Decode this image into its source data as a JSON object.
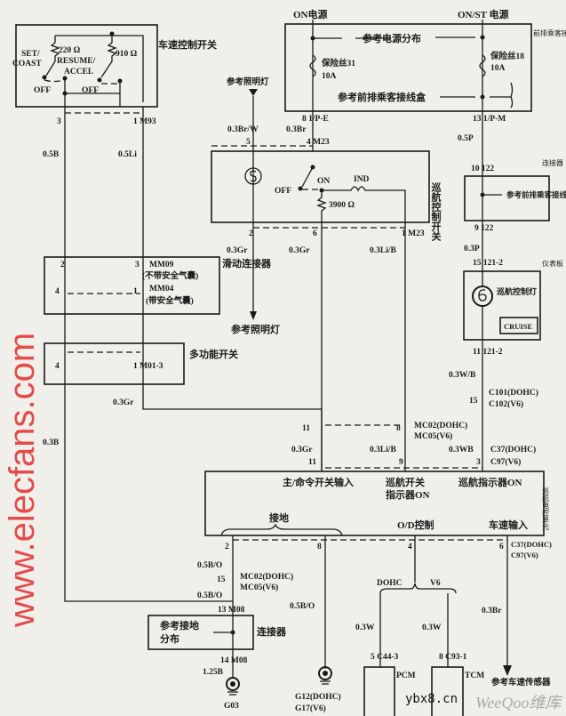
{
  "title_labels": {
    "speed_control_switch": "车速控制开关",
    "on_power": "ON电源",
    "on_st_power": "ON/ST 电源",
    "front_passenger_junction_box": "前排乘客接线盒",
    "connector_right": "连接器",
    "instrument_panel": "仪表板",
    "cruise_ecu": "巡航电控单元",
    "cruise_control_switch": "巡航控制开关",
    "slip_connector": "滑动连接器",
    "multifunction_switch": "多功能开关",
    "connector_bottom": "连接器"
  },
  "switch": {
    "set_coast": "SET/\nCOAST",
    "set": "SET/",
    "coast": "COAST",
    "r220": "220 Ω",
    "resume": "RESUME/",
    "accel": "ACCEL",
    "r910": "910 Ω",
    "off1": "OFF",
    "off2": "OFF",
    "pin3": "3",
    "pin1_m93": "1 M93"
  },
  "power_box": {
    "ref_power_dist": "参考电源分布",
    "fuse31": "保险丝31",
    "fuse31_amp": "10A",
    "fuse18": "保险丝18",
    "fuse18_amp": "10A",
    "ref_front_jb": "参考前排乘客接线盒",
    "pin_8_1pe": "8 1/P-E",
    "pin_13_1pm": "13 1/P-M"
  },
  "cruise_switch": {
    "ref_lighting": "参考照明灯",
    "wire_03brw": "0.3Br/W",
    "wire_03br": "0.3Br",
    "pin5": "5",
    "pin4_m23": "4 M23",
    "off": "OFF",
    "on": "ON",
    "ind": "IND",
    "r3900": "3900 Ω",
    "pin2": "2",
    "pin6": "6",
    "pin1_m23": "1 M23"
  },
  "right_column": {
    "wire_05p": "0.5P",
    "pin_10_122": "10 122",
    "ref_front_jb": "参考前排乘客接线盒",
    "pin_9_122": "9 122",
    "wire_03p": "0.3P",
    "pin_15_121_2": "15 121-2",
    "cruise_lamp": "巡航控制灯",
    "cruise_badge": "CRUISE",
    "pin_11_121_2": "11 121-2",
    "wire_03wb": "0.3W/B",
    "pin15": "15",
    "c101": "C101(DOHC)",
    "c102": "C102(V6)",
    "wire_03wb2": "0.3WB",
    "pin3": "3",
    "c37": "C37(DOHC)",
    "c97": "C97(V6)"
  },
  "middle": {
    "wire_05b": "0.5B",
    "wire_05li": "0.5Li",
    "wire_03gr_a": "0.3Gr",
    "wire_03gr_b": "0.3Gr",
    "wire_03lib": "0.3Li/B",
    "ref_lighting2": "参考照明灯",
    "mm09_pin2": "2",
    "mm09_pin3": "3",
    "mm09": "MM09",
    "no_airbag": "(不带安全气囊)",
    "mm04_pin4": "4",
    "mm04_pin1": "1",
    "mm04": "MM04",
    "with_airbag": "(带安全气囊)",
    "m01_pin4": "4",
    "m01_pin1": "1 M01-3",
    "wire_03gr_c": "0.3Gr",
    "wire_03b": "0.3B",
    "pin11": "11",
    "pin8": "8",
    "mc02": "MC02(DOHC)",
    "mc05": "MC05(V6)",
    "wire_03gr_d": "0.3Gr",
    "wire_03lib_2": "0.3Li/B",
    "pin11b": "11",
    "pin9": "9"
  },
  "ecu": {
    "main_cmd_input": "主/命令开关输入",
    "cruise_sw_ind_on_1": "巡航开关",
    "cruise_sw_ind_on_2": "指示器ON",
    "cruise_ind_on": "巡航指示器ON",
    "ground": "接地",
    "od_control": "O/D控制",
    "speed_input": "车速输入",
    "pin2": "2",
    "pin8": "8",
    "pin4": "4",
    "pin6": "6",
    "c37": "C37(DOHC)",
    "c97": "C97(V6)"
  },
  "bottom": {
    "wire_05bo_1": "0.5B/O",
    "pin15": "15",
    "mc02": "MC02(DOHC)",
    "mc05": "MC05(V6)",
    "wire_05bo_2": "0.5B/O",
    "pin13_m08": "13 M08",
    "ref_ground_dist_1": "参考接地",
    "ref_ground_dist_2": "分布",
    "pin14_m08": "14 M08",
    "wire_125b": "1.25B",
    "g03": "G03",
    "wire_05bo_3": "0.5B/O",
    "g12": "G12(DOHC)",
    "g17": "G17(V6)",
    "dohc": "DOHC",
    "v6": "V6",
    "wire_03w_1": "0.3W",
    "wire_03w_2": "0.3W",
    "pin5_c44": "5 C44-3",
    "pin8_c93": "8 C93-1",
    "pcm": "PCM",
    "tcm": "TCM",
    "wire_03br": "0.3Br",
    "ref_speed_sensor": "参考车速传感器"
  },
  "watermarks": {
    "elecfans": "www.elecfans.com",
    "ybx8": "ybx8.cn",
    "weeqoo": "WeeQoo维库"
  }
}
